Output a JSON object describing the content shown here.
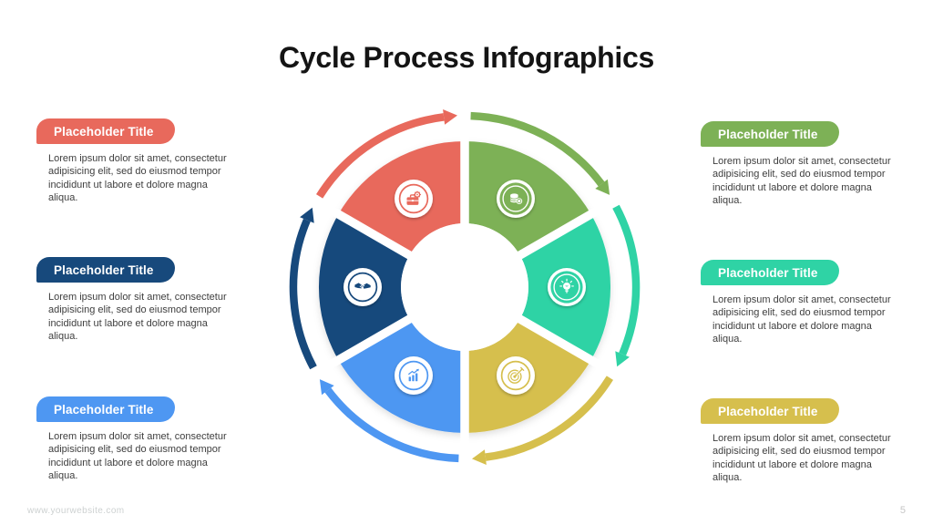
{
  "slide": {
    "title": "Cycle Process Infographics",
    "footer": {
      "website": "www.yourwebsite.com",
      "page_number": "5"
    }
  },
  "cards": {
    "left": [
      {
        "title": "Placeholder Title",
        "color": "#E8695C",
        "body": "Lorem ipsum dolor sit amet, consectetur adipisicing elit, sed do eiusmod tempor incididunt ut labore et dolore magna aliqua."
      },
      {
        "title": "Placeholder Title",
        "color": "#17497C",
        "body": "Lorem ipsum dolor sit amet, consectetur adipisicing elit, sed do eiusmod tempor incididunt ut labore et dolore magna aliqua."
      },
      {
        "title": "Placeholder Title",
        "color": "#4E97F2",
        "body": "Lorem ipsum dolor sit amet, consectetur adipisicing elit, sed do eiusmod tempor incididunt ut labore et dolore magna aliqua."
      }
    ],
    "right": [
      {
        "title": "Placeholder Title",
        "color": "#7DB156",
        "body": "Lorem ipsum dolor sit amet, consectetur adipisicing elit, sed do eiusmod tempor incididunt ut labore et dolore magna aliqua."
      },
      {
        "title": "Placeholder Title",
        "color": "#2FD3A5",
        "body": "Lorem ipsum dolor sit amet, consectetur adipisicing elit, sed do eiusmod tempor incididunt ut labore et dolore magna aliqua."
      },
      {
        "title": "Placeholder Title",
        "color": "#D6BF4D",
        "body": "Lorem ipsum dolor sit amet, consectetur adipisicing elit, sed do eiusmod tempor incididunt ut labore et dolore magna aliqua."
      }
    ]
  },
  "wheel": {
    "direction": "clockwise",
    "segment_count": 6,
    "segments": [
      {
        "id": "business",
        "icon": "briefcase-gear-icon",
        "color": "#E8695C",
        "a1": 150,
        "a2": 90,
        "inverted": false
      },
      {
        "id": "finance",
        "icon": "coins-icon",
        "color": "#7DB156",
        "a1": 90,
        "a2": 30,
        "inverted": true
      },
      {
        "id": "idea",
        "icon": "lightbulb-icon",
        "color": "#2FD3A5",
        "a1": 30,
        "a2": -30,
        "inverted": true
      },
      {
        "id": "target",
        "icon": "target-arrow-icon",
        "color": "#D6BF4D",
        "a1": -30,
        "a2": -90,
        "inverted": false
      },
      {
        "id": "growth",
        "icon": "bar-chart-icon",
        "color": "#4E97F2",
        "a1": -90,
        "a2": -150,
        "inverted": false
      },
      {
        "id": "partnership",
        "icon": "handshake-icon",
        "color": "#17497C",
        "a1": 210,
        "a2": 150,
        "inverted": false
      }
    ]
  }
}
